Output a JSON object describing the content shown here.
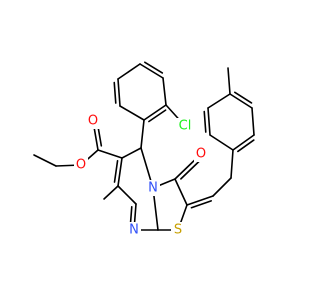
{
  "molecule": {
    "atoms": {
      "ester_o_single": {
        "label": "O",
        "color": "#ff0d0d"
      },
      "ester_o_double": {
        "label": "O",
        "color": "#ff0d0d"
      },
      "keto_o": {
        "label": "O",
        "color": "#ff0d0d"
      },
      "chlorine": {
        "label": "Cl",
        "color": "#1ff01f"
      },
      "ring_n": {
        "label": "N",
        "color": "#3050f8"
      },
      "amide_n": {
        "label": "N",
        "color": "#3050f8"
      },
      "sulfur": {
        "label": "S",
        "color": "#c8a000"
      }
    },
    "bond_color": "#000000"
  }
}
